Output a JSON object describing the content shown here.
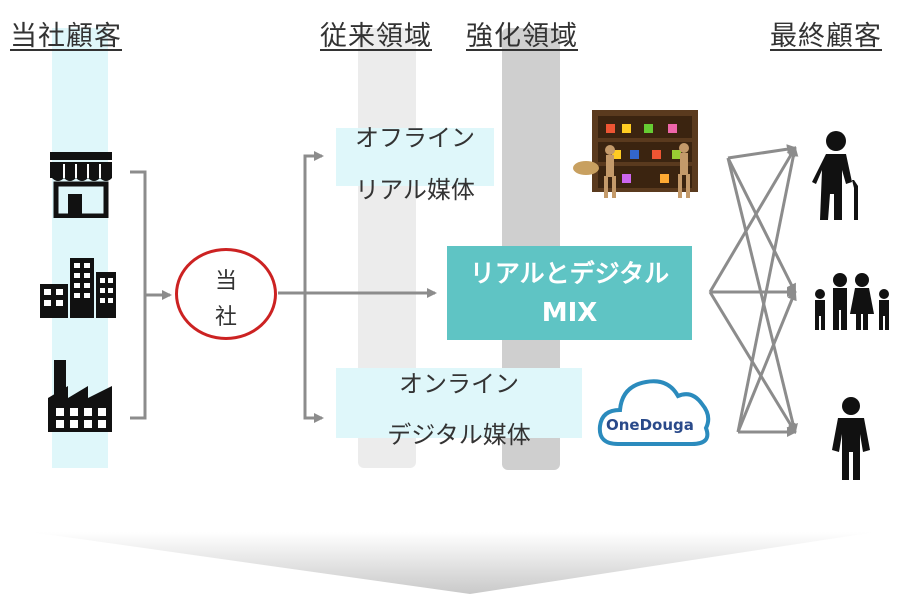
{
  "headers": {
    "our_customers": "当社顧客",
    "conventional_domain": "従来領域",
    "enhanced_domain": "強化領域",
    "end_customers": "最終顧客"
  },
  "company": {
    "line1": "当",
    "line2": "社"
  },
  "offline_box": {
    "line1": "オフライン",
    "line2": "リアル媒体"
  },
  "online_box": {
    "line1": "オンライン",
    "line2": "デジタル媒体"
  },
  "mix_box": {
    "line1": "リアルとデジタル",
    "line2": "MIX"
  },
  "logo_text": "OneDouga",
  "colors": {
    "light_cyan": "#dff7fa",
    "light_gray": "#ececec",
    "mid_gray": "#cfcfcf",
    "mix_teal": "#5fc4c4",
    "circle_red": "#cc2222",
    "arrow_gray": "#8c8c8c",
    "cloud_blue": "#2b8bbd"
  },
  "icons": [
    "store-icon",
    "building-icon",
    "factory-icon",
    "elderly-person-icon",
    "family-icon",
    "person-icon",
    "cloud-logo-icon",
    "shop-shelf-image"
  ]
}
